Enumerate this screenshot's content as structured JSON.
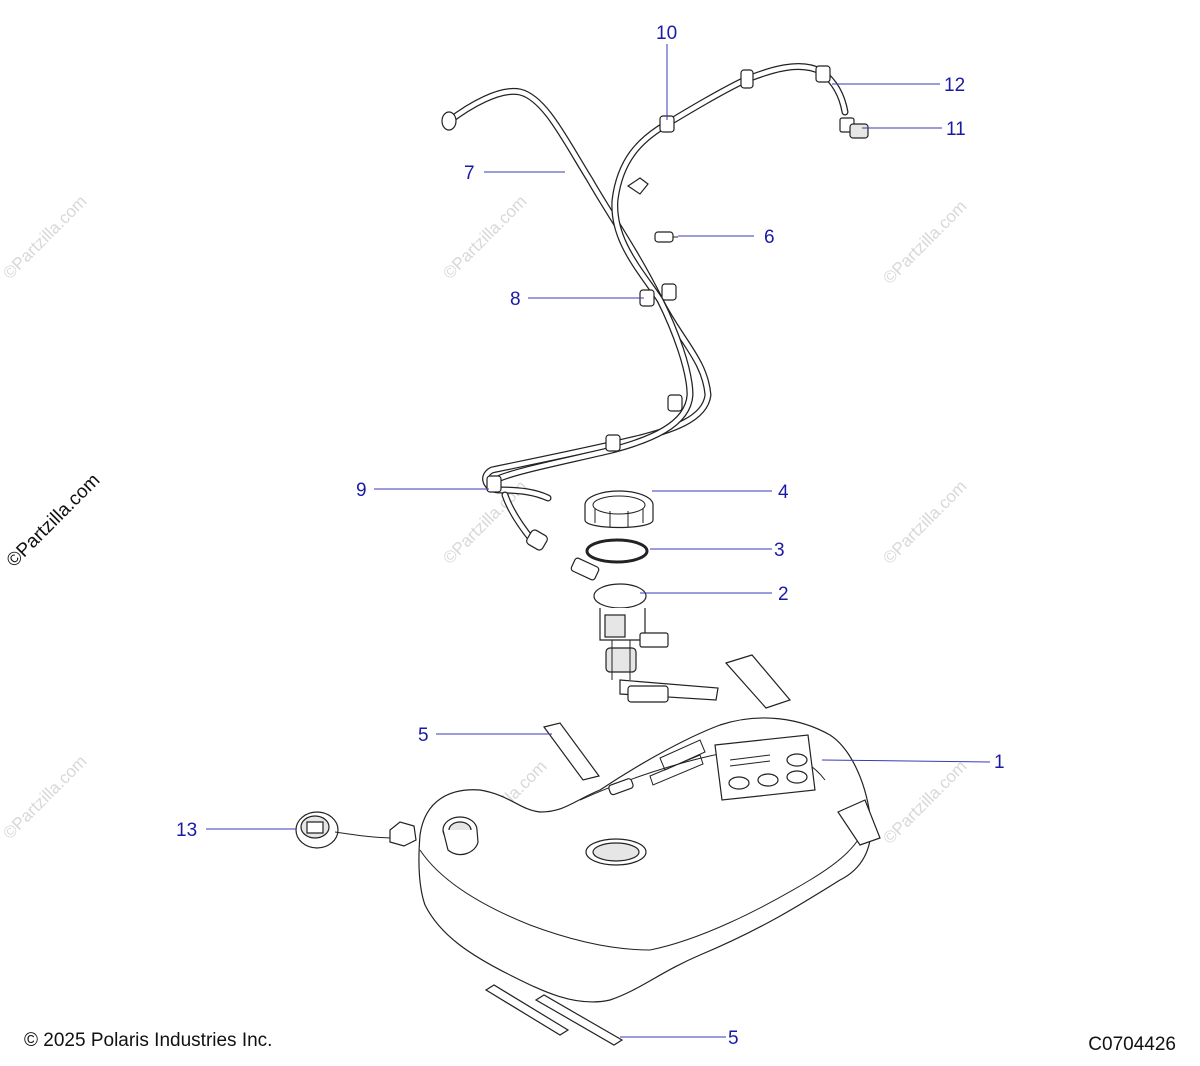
{
  "callouts": {
    "c1": "1",
    "c2": "2",
    "c3": "3",
    "c4": "4",
    "c5a": "5",
    "c5b": "5",
    "c6": "6",
    "c7": "7",
    "c8": "8",
    "c9": "9",
    "c10": "10",
    "c11": "11",
    "c12": "12",
    "c13": "13"
  },
  "watermark": "©Partzilla.com",
  "footer": {
    "copyright": "© 2025 Polaris Industries Inc.",
    "code": "C0704426"
  },
  "colors": {
    "callout": "#1a1aa6",
    "line": "#222222",
    "watermark": "#d8d8d8"
  }
}
